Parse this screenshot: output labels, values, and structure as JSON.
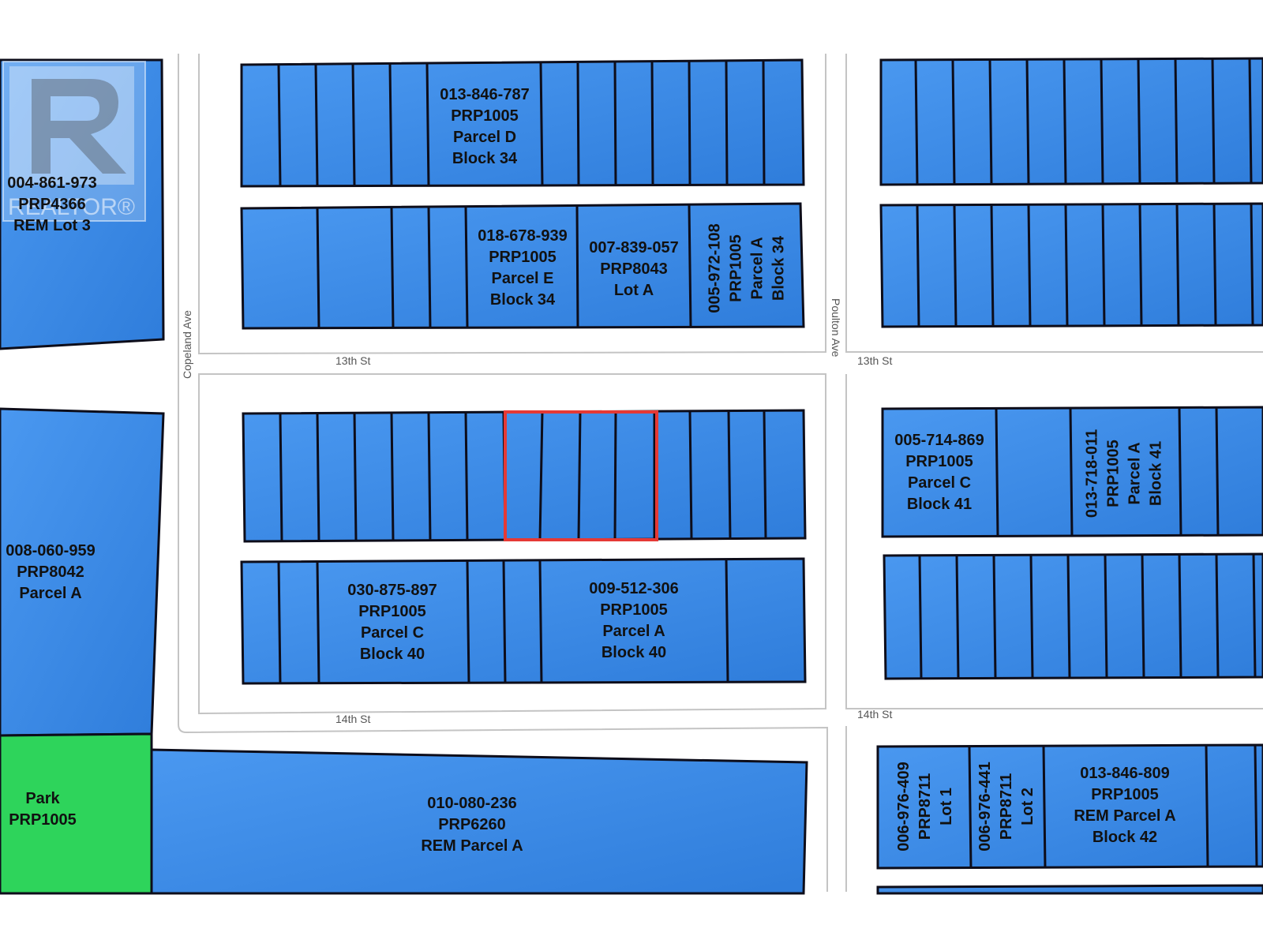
{
  "streets": {
    "copeland": "Copeland Ave",
    "poulton": "Poulton Ave",
    "thirteenth_west": "13th St",
    "thirteenth_east": "13th St",
    "fourteenth_west": "14th St",
    "fourteenth_east": "14th St"
  },
  "parcels": {
    "p_013846787": [
      "013-846-787",
      "PRP1005",
      "Parcel D",
      "Block 34"
    ],
    "p_004861973": [
      "004-861-973",
      "PRP4366",
      "REM Lot 3"
    ],
    "p_018678939": [
      "018-678-939",
      "PRP1005",
      "Parcel E",
      "Block 34"
    ],
    "p_007839057": [
      "007-839-057",
      "PRP8043",
      "Lot A"
    ],
    "p_005972108": [
      "005-972-108",
      "PRP1005",
      "Parcel A",
      "Block 34"
    ],
    "p_008060959": [
      "008-060-959",
      "PRP8042",
      "Parcel A"
    ],
    "p_005714869": [
      "005-714-869",
      "PRP1005",
      "Parcel C",
      "Block 41"
    ],
    "p_013718011": [
      "013-718-011",
      "PRP1005",
      "Parcel A",
      "Block 41"
    ],
    "p_030875897": [
      "030-875-897",
      "PRP1005",
      "Parcel C",
      "Block 40"
    ],
    "p_009512306": [
      "009-512-306",
      "PRP1005",
      "Parcel A",
      "Block 40"
    ],
    "p_park": [
      "Park",
      "PRP1005"
    ],
    "p_010080236": [
      "010-080-236",
      "PRP6260",
      "REM Parcel A"
    ],
    "p_006976409": [
      "006-976-409",
      "PRP8711",
      "Lot 1"
    ],
    "p_006976441": [
      "006-976-441",
      "PRP8711",
      "Lot 2"
    ],
    "p_013846809": [
      "013-846-809",
      "PRP1005",
      "REM Parcel A",
      "Block 42"
    ]
  },
  "logo": {
    "text": "REALTOR®"
  },
  "colors": {
    "parcel_fill": "#3d8be6",
    "park_fill": "#2ed45b",
    "parcel_stroke": "#0d0d1a",
    "street_stroke": "#c4c4c4",
    "highlight": "#e53935"
  },
  "highlighted_parcel_count": 4
}
